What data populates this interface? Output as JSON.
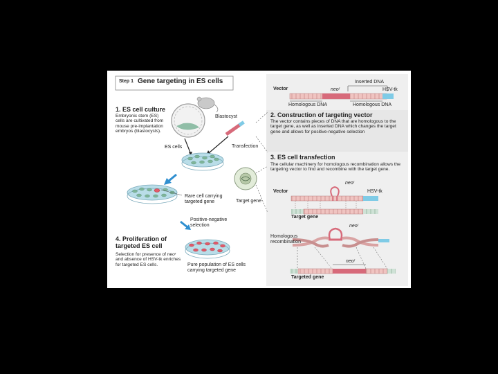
{
  "step_title": {
    "step": "Step 1",
    "title": "Gene targeting in ES cells"
  },
  "section1": {
    "heading": "1.  ES cell culture",
    "body": "Embryonic stem (ES) cells are cultivated from mouse pre-implantation embryos (blastocysts).",
    "label_blastocyst": "Blastocyst",
    "label_es_cells": "ES cells",
    "label_transfection": "Transfection"
  },
  "section2": {
    "label_inserted_dna": "Inserted DNA",
    "label_vector": "Vector",
    "label_neo": "neoʳ",
    "label_hsv_tk": "HSV-tk",
    "label_homologous_left": "Homologous DNA",
    "label_homologous_right": "Homologous DNA",
    "heading": "2.  Construction of targeting vector",
    "body": "The vector contains pieces of DNA that are homologous to the target gene, as well as inserted DNA which changes the target gene and allows for positive-negative selection"
  },
  "section3": {
    "heading": "3.  ES cell transfection",
    "body": "The cellular machinery for homologous recombination allows the targeting vector to find and recombine with the target gene.",
    "label_vector": "Vector",
    "label_neo_top": "neoʳ",
    "label_hsv_tk": "HSV-tk",
    "label_target_gene": "Target gene",
    "label_neo_mid": "neoʳ",
    "label_homologous_recombination": "Homologous recombination",
    "label_neo_bottom": "neoʳ",
    "label_targeted_gene": "Targeted gene"
  },
  "middle": {
    "label_rare_cell": "Rare cell carrying targeted gene",
    "label_target_gene": "Target gene",
    "label_positive_negative": "Positive-negative selection"
  },
  "section4": {
    "heading": "4.  Proliferation of targeted ES cell",
    "body_prefix": "Selection for presence of ",
    "body_neo": "neoʳ",
    "body_mid": " and absence of ",
    "body_hsv": "HSV-tk",
    "body_suffix": " enriches for targeted ES cells.",
    "label_pure_population": "Pure population of ES cells carrying targeted gene"
  },
  "colors": {
    "dish_blue": "#b9dde8",
    "cell_green": "#7fb59a",
    "targeted_red": "#e05a6b",
    "vector_pink": "#f3c9c6",
    "vector_red": "#d76a7a",
    "hsv_cyan": "#7fcbe6",
    "arrow_blue": "#2f8fd0",
    "panel_gray": "#efefef"
  }
}
